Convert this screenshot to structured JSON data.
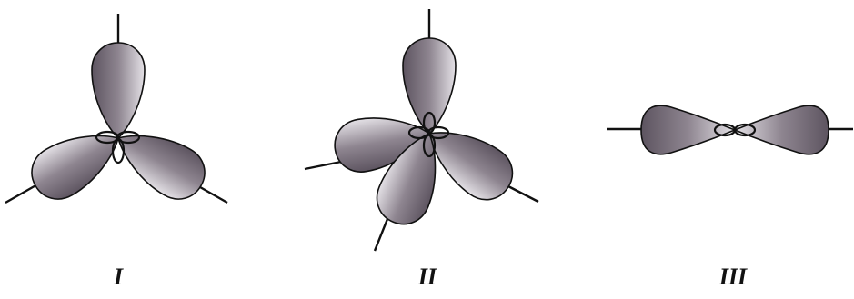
{
  "labels": {
    "structure_1": "I",
    "structure_2": "II",
    "structure_3": "III"
  },
  "colors": {
    "lobe_dark": "#5d5460",
    "lobe_mid": "#8e8590",
    "lobe_light": "#e4e1e6",
    "outline": "#111111",
    "bond": "#111111",
    "background": "#ffffff"
  }
}
